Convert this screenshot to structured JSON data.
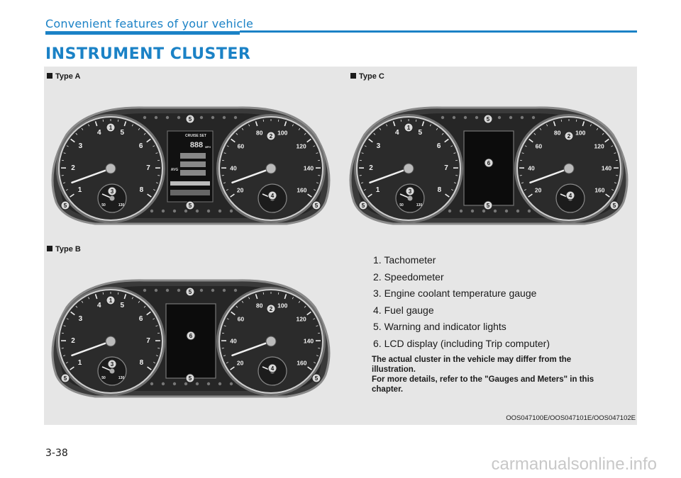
{
  "header": {
    "section": "Convenient features of your vehicle",
    "title": "INSTRUMENT CLUSTER"
  },
  "figure": {
    "type_a": "Type A",
    "type_b": "Type B",
    "type_c": "Type C",
    "tach_numbers": [
      "1",
      "2",
      "3",
      "4",
      "5",
      "6",
      "7",
      "8"
    ],
    "speed_numbers": [
      "20",
      "40",
      "60",
      "80",
      "100",
      "120",
      "140",
      "160"
    ],
    "temp_low": "50",
    "temp_high": "130",
    "lcd_a": {
      "cruise": "CRUISE SET",
      "avg": "AVG",
      "digits": "888",
      "mph": "MPH"
    },
    "callouts": [
      "1",
      "2",
      "3",
      "4",
      "5",
      "6"
    ],
    "codes": "OOS047100E/OOS047101E/OOS047102E"
  },
  "legend": {
    "items": [
      "1. Tachometer",
      "2. Speedometer",
      "3. Engine coolant temperature gauge",
      "4. Fuel gauge",
      "5. Warning and indicator lights",
      "6. LCD display (including Trip computer)"
    ]
  },
  "note": {
    "line1": "The actual cluster in the vehicle may differ from the illustration.",
    "line2": "For more details, refer to the \"Gauges and Meters\" in this chapter."
  },
  "footer": {
    "page": "3-38",
    "watermark": "carmanualsonline.info"
  }
}
